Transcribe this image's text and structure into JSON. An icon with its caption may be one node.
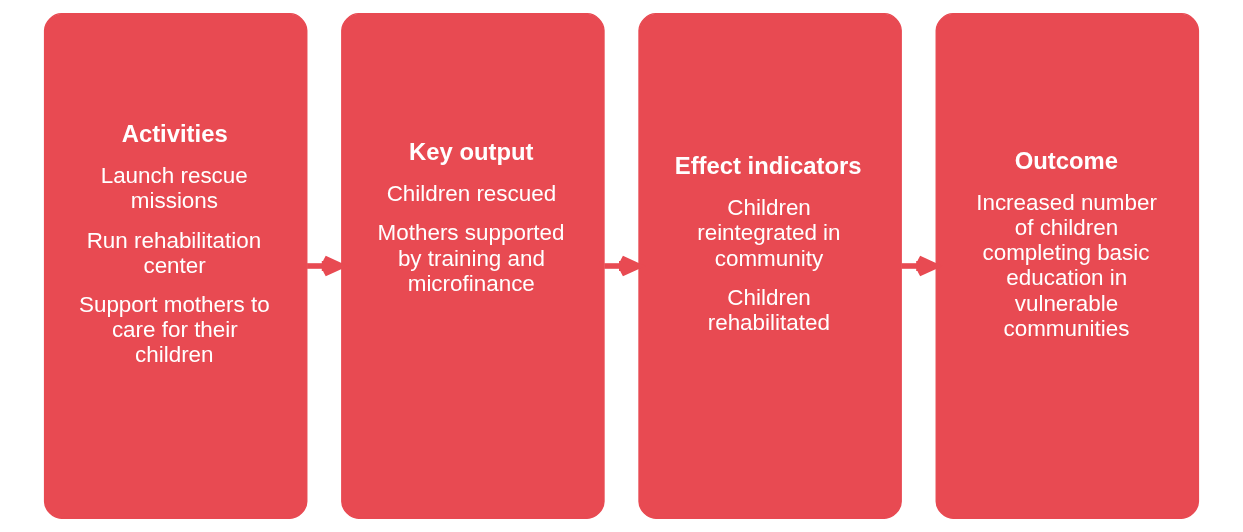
{
  "diagram": {
    "nodes": [
      {
        "text": [
          "Activities",
          "Launch rescue missions",
          "Run rehabilitation center",
          "Support mothers to care for their children"
        ]
      },
      {
        "text": [
          "Key output",
          "Children rescued",
          "Mothers supported by training and microfinance"
        ]
      },
      {
        "text": [
          "Effect indicators",
          "Children reintegrated in community",
          "Children rehabilitated"
        ]
      },
      {
        "text": [
          "Outcome",
          "Increased number of children completing basic education in vulnerable communities"
        ]
      }
    ],
    "edges": [
      {
        "from": 0,
        "to": 1,
        "arrow": "to"
      },
      {
        "from": 1,
        "to": 2,
        "arrow": "to"
      },
      {
        "from": 2,
        "to": 3,
        "arrow": "to"
      }
    ]
  }
}
